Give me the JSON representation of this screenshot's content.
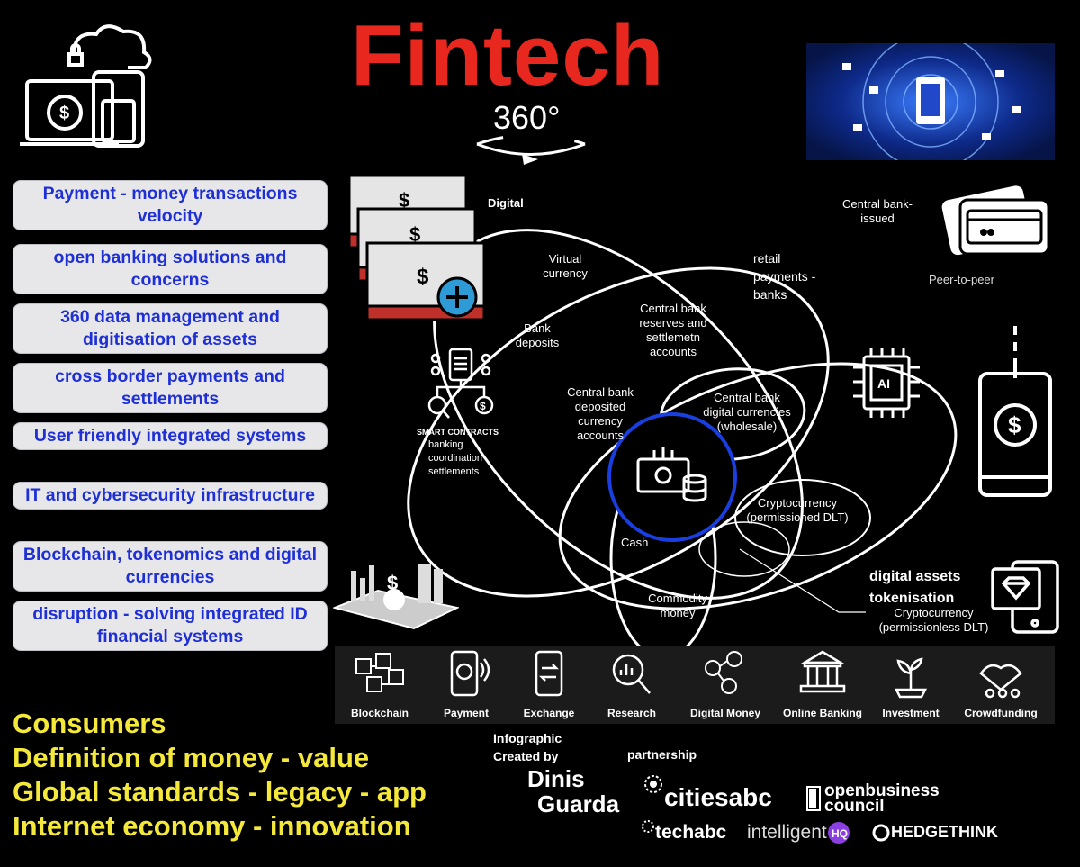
{
  "header": {
    "title": "Fintech",
    "subtitle": "360°"
  },
  "topics": [
    "Payment - money transactions velocity",
    "open banking solutions and concerns",
    "360 data management and digitisation of assets",
    "cross border payments and settlements",
    "User friendly integrated systems",
    "IT and cybersecurity infrastructure",
    "Blockchain, tokenomics and digital currencies",
    "disruption - solving integrated ID financial systems"
  ],
  "consumers": [
    "Consumers",
    "Definition of money - value",
    "Global standards - legacy - app",
    "Internet economy - innovation"
  ],
  "venn": {
    "digital": "Digital",
    "central_bank_issued": "Central bank-\nissued",
    "peer_to_peer": "Peer-to-peer",
    "virtual_currency": "Virtual\ncurrency",
    "retail_payments": "retail\npayments -\nbanks",
    "bank_deposits": "Bank\ndeposits",
    "cb_reserves": "Central bank\nreserves and\nsettlemetn\naccounts",
    "cb_deposited": "Central bank\ndeposited\ncurrency\naccounts",
    "cb_digital": "Central bank\ndigital currencies\n(wholesale)",
    "crypto_permissioned": "Cryptocurrency\n(permissioned DLT)",
    "cash": "Cash",
    "commodity_money": "Commodity\nmoney",
    "digital_assets": "digital assets\ntokenisation",
    "crypto_permissionless": "Cryptocurrency\n(permissionless DLT)",
    "smart_contracts_title": "SMART CONTRACTS",
    "smart_contracts_sub": "banking\ncoordination\nsettlements",
    "ai_label": "AI"
  },
  "icon_bar": [
    {
      "label": "Blockchain",
      "icon": "blockchain-icon"
    },
    {
      "label": "Payment",
      "icon": "payment-icon"
    },
    {
      "label": "Exchange",
      "icon": "exchange-icon"
    },
    {
      "label": "Research",
      "icon": "research-icon"
    },
    {
      "label": "Digital Money",
      "icon": "digital-money-icon"
    },
    {
      "label": "Online Banking",
      "icon": "online-banking-icon"
    },
    {
      "label": "Investment",
      "icon": "investment-icon"
    },
    {
      "label": "Crowdfunding",
      "icon": "crowdfunding-icon"
    }
  ],
  "credits": {
    "infographic": "Infographic\nCreated by",
    "partnership": "partnership",
    "author_line1": "Dinis",
    "author_line2": "Guarda",
    "logos": [
      "citiesabc",
      "openbusiness\ncouncil",
      "techabc",
      "intelligent",
      "HEDGETHINK"
    ]
  },
  "colors": {
    "title": "#e8281e",
    "topic_text": "#1e2fd6",
    "topic_bg": "#e7e7ea",
    "consumers": "#f4e93a",
    "highlight_ring": "#1a3fe0"
  }
}
